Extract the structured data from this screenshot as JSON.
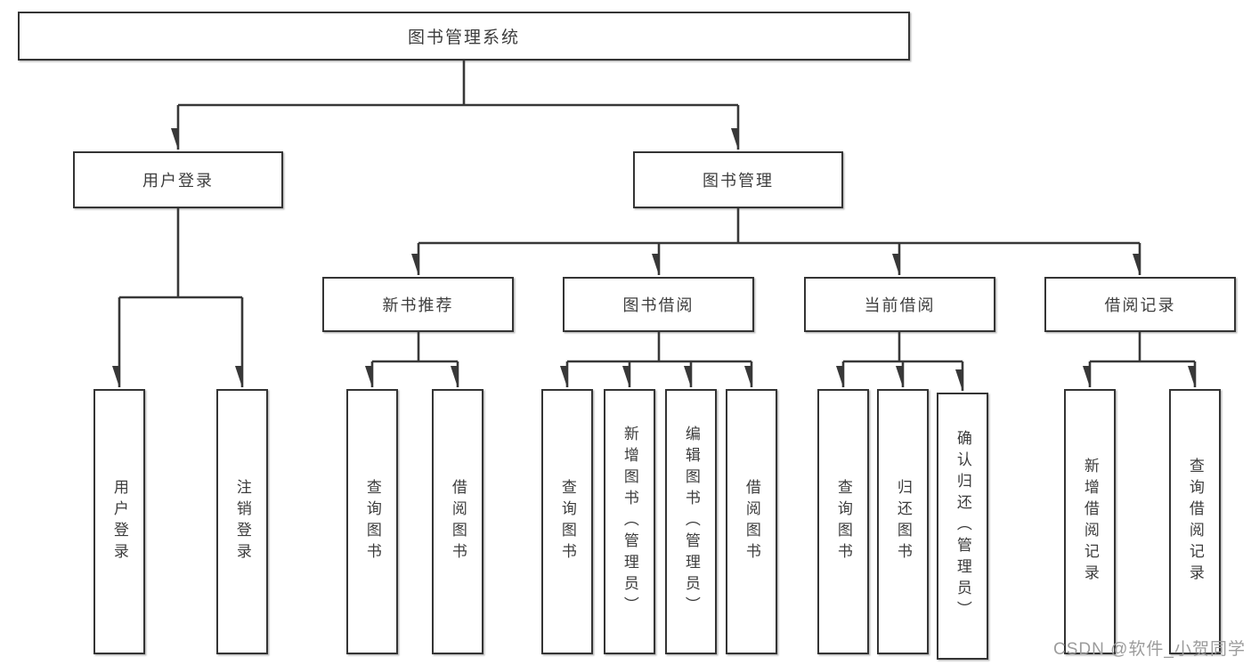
{
  "diagram_title": "图书管理系统",
  "watermark": "CSDN @软件_小贺同学",
  "colors": {
    "line": "#383838",
    "box_border": "#343434",
    "text": "#3d3d3d",
    "watermark": "#9c9c9c",
    "background": "#ffffff"
  },
  "tree": {
    "label": "图书管理系统",
    "children": [
      {
        "label": "用户登录",
        "children": [
          {
            "label": "用户登录"
          },
          {
            "label": "注销登录"
          }
        ]
      },
      {
        "label": "图书管理",
        "children": [
          {
            "label": "新书推荐",
            "children": [
              {
                "label": "查询图书"
              },
              {
                "label": "借阅图书"
              }
            ]
          },
          {
            "label": "图书借阅",
            "children": [
              {
                "label": "查询图书"
              },
              {
                "label": "新增图书（管理员）"
              },
              {
                "label": "编辑图书（管理员）"
              },
              {
                "label": "借阅图书"
              }
            ]
          },
          {
            "label": "当前借阅",
            "children": [
              {
                "label": "查询图书"
              },
              {
                "label": "归还图书"
              },
              {
                "label": "确认归还（管理员）"
              }
            ]
          },
          {
            "label": "借阅记录",
            "children": [
              {
                "label": "新增借阅记录"
              },
              {
                "label": "查询借阅记录"
              }
            ]
          }
        ]
      }
    ]
  }
}
